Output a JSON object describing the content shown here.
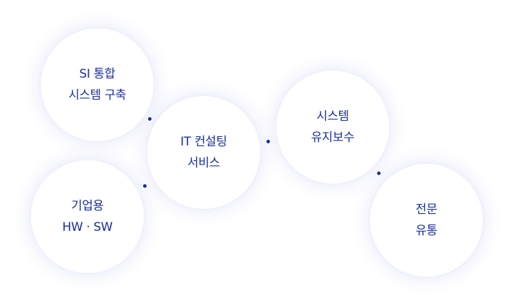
{
  "circles": {
    "si_integration": {
      "line1": "SI 통합",
      "line2": "시스템 구축"
    },
    "enterprise_hw_sw": {
      "line1": "기업용",
      "line2": "HW · SW"
    },
    "it_consulting": {
      "line1": "IT 컨설팅",
      "line2": "서비스"
    },
    "system_maintenance": {
      "line1": "시스템",
      "line2": "유지보수"
    },
    "distribution": {
      "line1": "전문",
      "line2": "유통"
    }
  },
  "colors": {
    "text": "#1a2f9c",
    "dot": "#1a2f9c",
    "background": "#ffffff"
  }
}
